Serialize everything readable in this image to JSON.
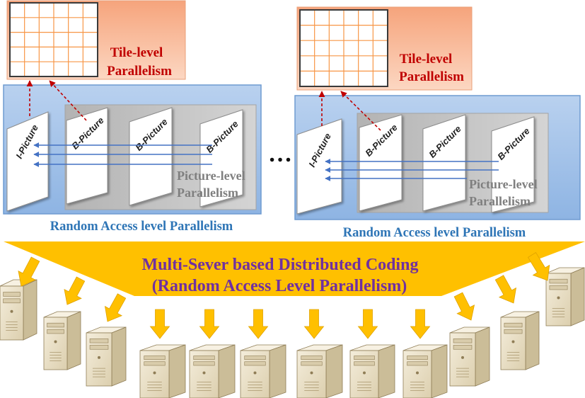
{
  "groups": [
    {
      "tile_level": {
        "line1": "Tile-level",
        "line2": "Parallelism"
      },
      "pictures": [
        "I-Picture",
        "B-Picture",
        "B-Picture",
        "B-Picture"
      ],
      "picture_level": {
        "line1": "Picture-level",
        "line2": "Parallelism"
      },
      "random_access_label": "Random Access level Parallelism"
    },
    {
      "tile_level": {
        "line1": "Tile-level",
        "line2": "Parallelism"
      },
      "pictures": [
        "I-Picture",
        "B-Picture",
        "B-Picture",
        "B-Picture"
      ],
      "picture_level": {
        "line1": "Picture-level",
        "line2": "Parallelism"
      },
      "random_access_label": "Random Access level Parallelism"
    }
  ],
  "ellipsis": "…",
  "distributed_coding": {
    "line1": "Multi-Sever based Distributed Coding",
    "line2": "(Random Access Level Parallelism)"
  },
  "icons": {
    "server": "server-icon",
    "dispatch_arrow": "down-arrow-icon"
  },
  "colors": {
    "tile_box": "#f6a47c",
    "tile_text": "#c00000",
    "tile_grid_line": "#f79646",
    "random_access_box": "#8eb4e3",
    "picture_box": "#b3b3b3",
    "picture_level_text": "#7f7f7f",
    "random_access_text": "#2e75b6",
    "funnel": "#ffc000",
    "funnel_text": "#7030a0",
    "reference_arrow": "#4472c4",
    "tile_arrow": "#c00000",
    "server_side": "#cbbd98"
  }
}
